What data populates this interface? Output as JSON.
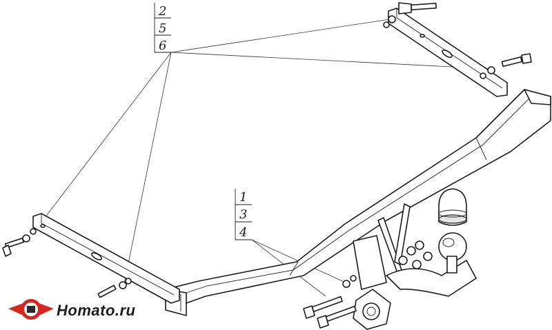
{
  "callouts": {
    "top_left": [
      "2",
      "5",
      "6"
    ],
    "center": [
      "1",
      "3",
      "4"
    ]
  },
  "logo": {
    "text": "Homato.ru",
    "colors": {
      "red": "#d8261c",
      "dark": "#2a2a2a"
    }
  },
  "colors": {
    "line": "#1a1a1a",
    "background": "#ffffff"
  }
}
